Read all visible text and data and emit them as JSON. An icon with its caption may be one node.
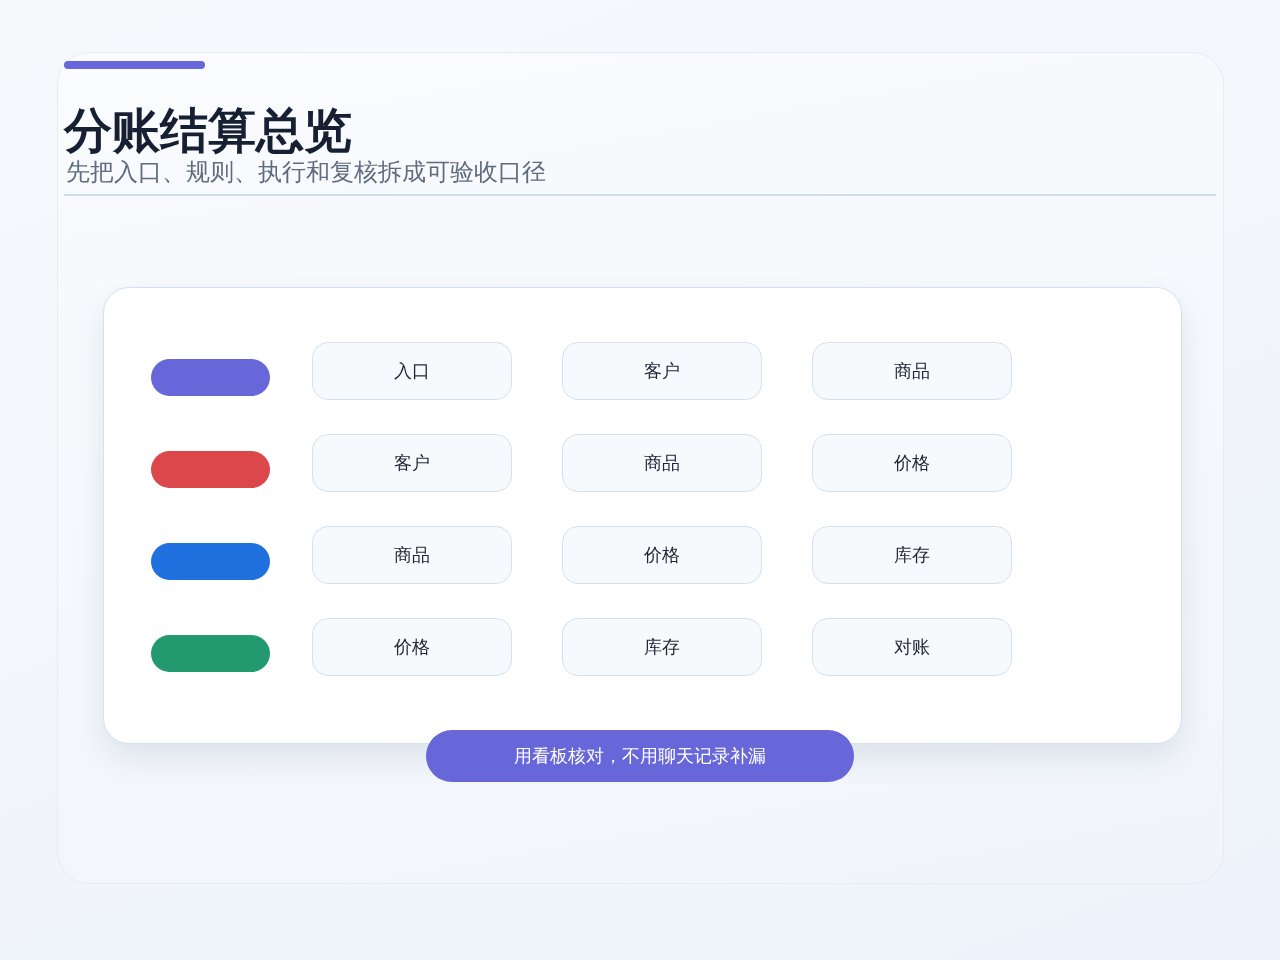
{
  "diagram": {
    "title": "分账结算总览",
    "nodes": [
      {
        "text": [],
        "shape": "box"
      },
      {
        "text": [],
        "shape": "bar",
        "in": 0
      },
      {
        "text": [
          "入口"
        ],
        "in": 0
      },
      {
        "text": [
          "客户"
        ],
        "in": 0
      },
      {
        "text": [
          "商品"
        ],
        "in": 0
      },
      {
        "text": [],
        "shape": "bar",
        "in": 0
      },
      {
        "text": [
          "客户"
        ],
        "in": 0
      },
      {
        "text": [
          "商品"
        ],
        "in": 0
      },
      {
        "text": [
          "价格"
        ],
        "in": 0
      },
      {
        "text": [],
        "shape": "bar",
        "in": 0
      },
      {
        "text": [
          "商品"
        ],
        "in": 0
      },
      {
        "text": [
          "价格"
        ],
        "in": 0
      },
      {
        "text": [
          "库存"
        ],
        "in": 0
      },
      {
        "text": [],
        "shape": "bar",
        "in": 0
      },
      {
        "text": [
          "价格"
        ],
        "in": 0
      },
      {
        "text": [
          "库存"
        ],
        "in": 0
      },
      {
        "text": [
          "对账"
        ],
        "in": 0
      },
      {
        "text": [
          "用看板核对，不用聊天记录补漏"
        ]
      }
    ],
    "labels": [
      "先把入口、规则、执行和复核拆成可验收口径"
    ]
  }
}
